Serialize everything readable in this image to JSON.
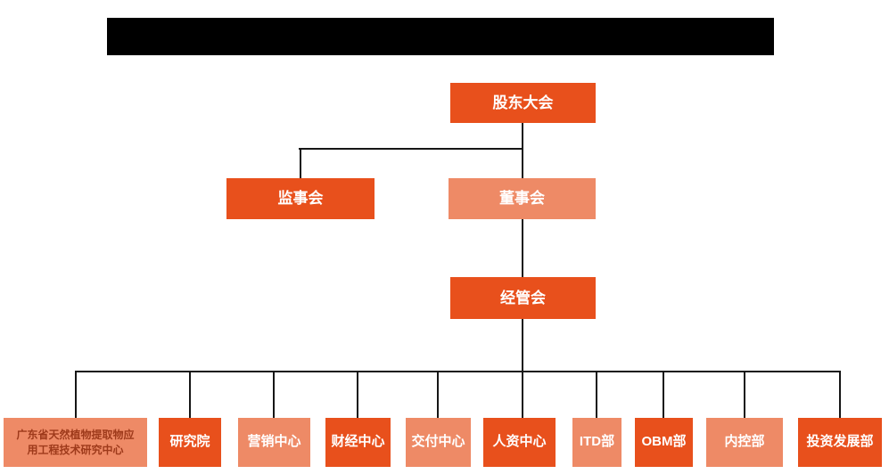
{
  "colors": {
    "node_dark": "#E8501C",
    "node_light": "#EE8A66",
    "dept1_text": "#9E3A1B",
    "connector_line": "#161616",
    "redacted_bar": "#000000"
  },
  "org_chart": {
    "root": {
      "label": "股东大会",
      "variant": "dark"
    },
    "level2": [
      {
        "label": "监事会",
        "variant": "dark"
      },
      {
        "label": "董事会",
        "variant": "light"
      }
    ],
    "level3": {
      "label": "经管会",
      "variant": "dark"
    },
    "departments": [
      {
        "label": "广东省天然植物提取物应用工程技术研究中心",
        "variant": "light"
      },
      {
        "label": "研究院",
        "variant": "dark"
      },
      {
        "label": "营销中心",
        "variant": "light"
      },
      {
        "label": "财经中心",
        "variant": "dark"
      },
      {
        "label": "交付中心",
        "variant": "light"
      },
      {
        "label": "人资中心",
        "variant": "dark"
      },
      {
        "label": "ITD部",
        "variant": "light"
      },
      {
        "label": "OBM部",
        "variant": "dark"
      },
      {
        "label": "内控部",
        "variant": "light"
      },
      {
        "label": "投资发展部",
        "variant": "dark"
      }
    ]
  }
}
